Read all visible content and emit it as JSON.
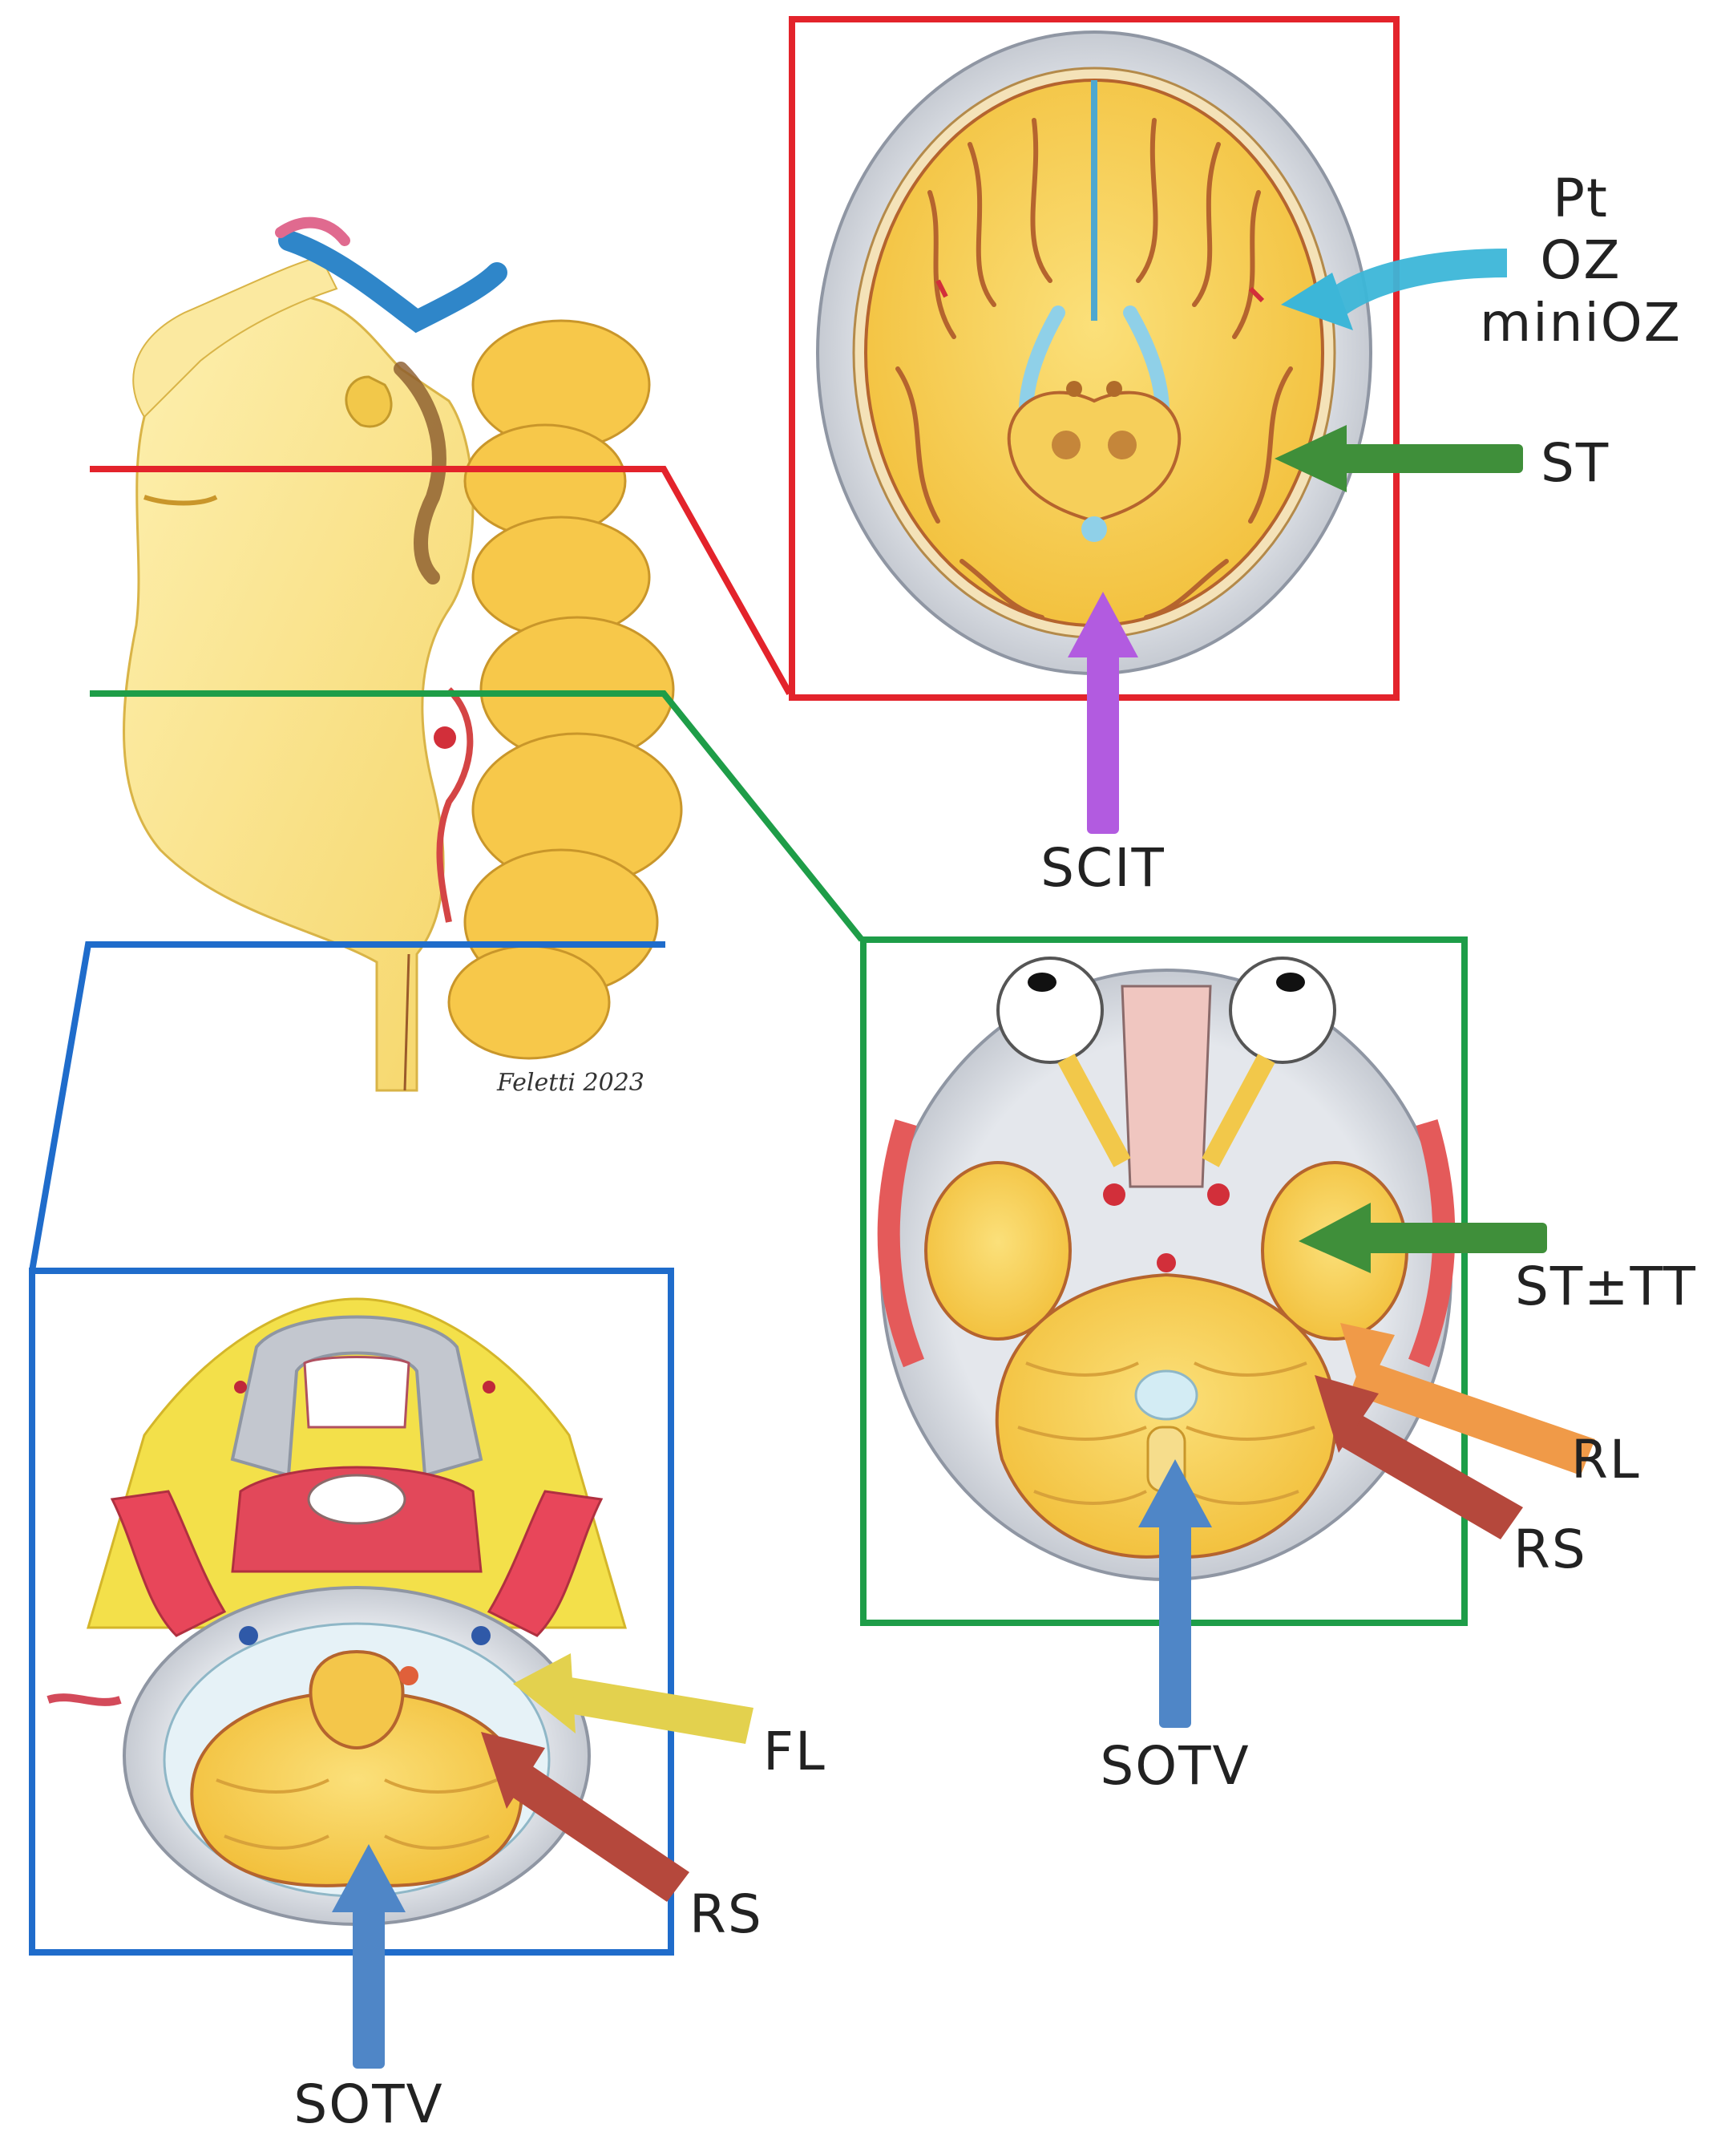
{
  "colors": {
    "red": "#e3232b",
    "green": "#1e9d48",
    "blue": "#1f6ccb",
    "arrow_cyan": "#3cb6d8",
    "arrow_green": "#3f8f3a",
    "arrow_purple": "#b25be0",
    "arrow_blue": "#4f86c7",
    "arrow_orange": "#f09a48",
    "arrow_red": "#b5483c",
    "arrow_yellow": "#e3d14e",
    "brain": "#f7cf52",
    "skull": "#c8ccd3"
  },
  "signature": "Feletti 2023",
  "panels": {
    "supratentorial": {
      "labels": {
        "pt": "Pt",
        "oz": "OZ",
        "minioz": "miniOZ",
        "st": "ST",
        "scit": "SCIT"
      }
    },
    "posterior_fossa": {
      "labels": {
        "st_tt": "ST±TT",
        "rl": "RL",
        "rs": "RS",
        "sotv": "SOTV"
      }
    },
    "foramen_magnum": {
      "labels": {
        "fl": "FL",
        "rs": "RS",
        "sotv": "SOTV"
      }
    }
  }
}
